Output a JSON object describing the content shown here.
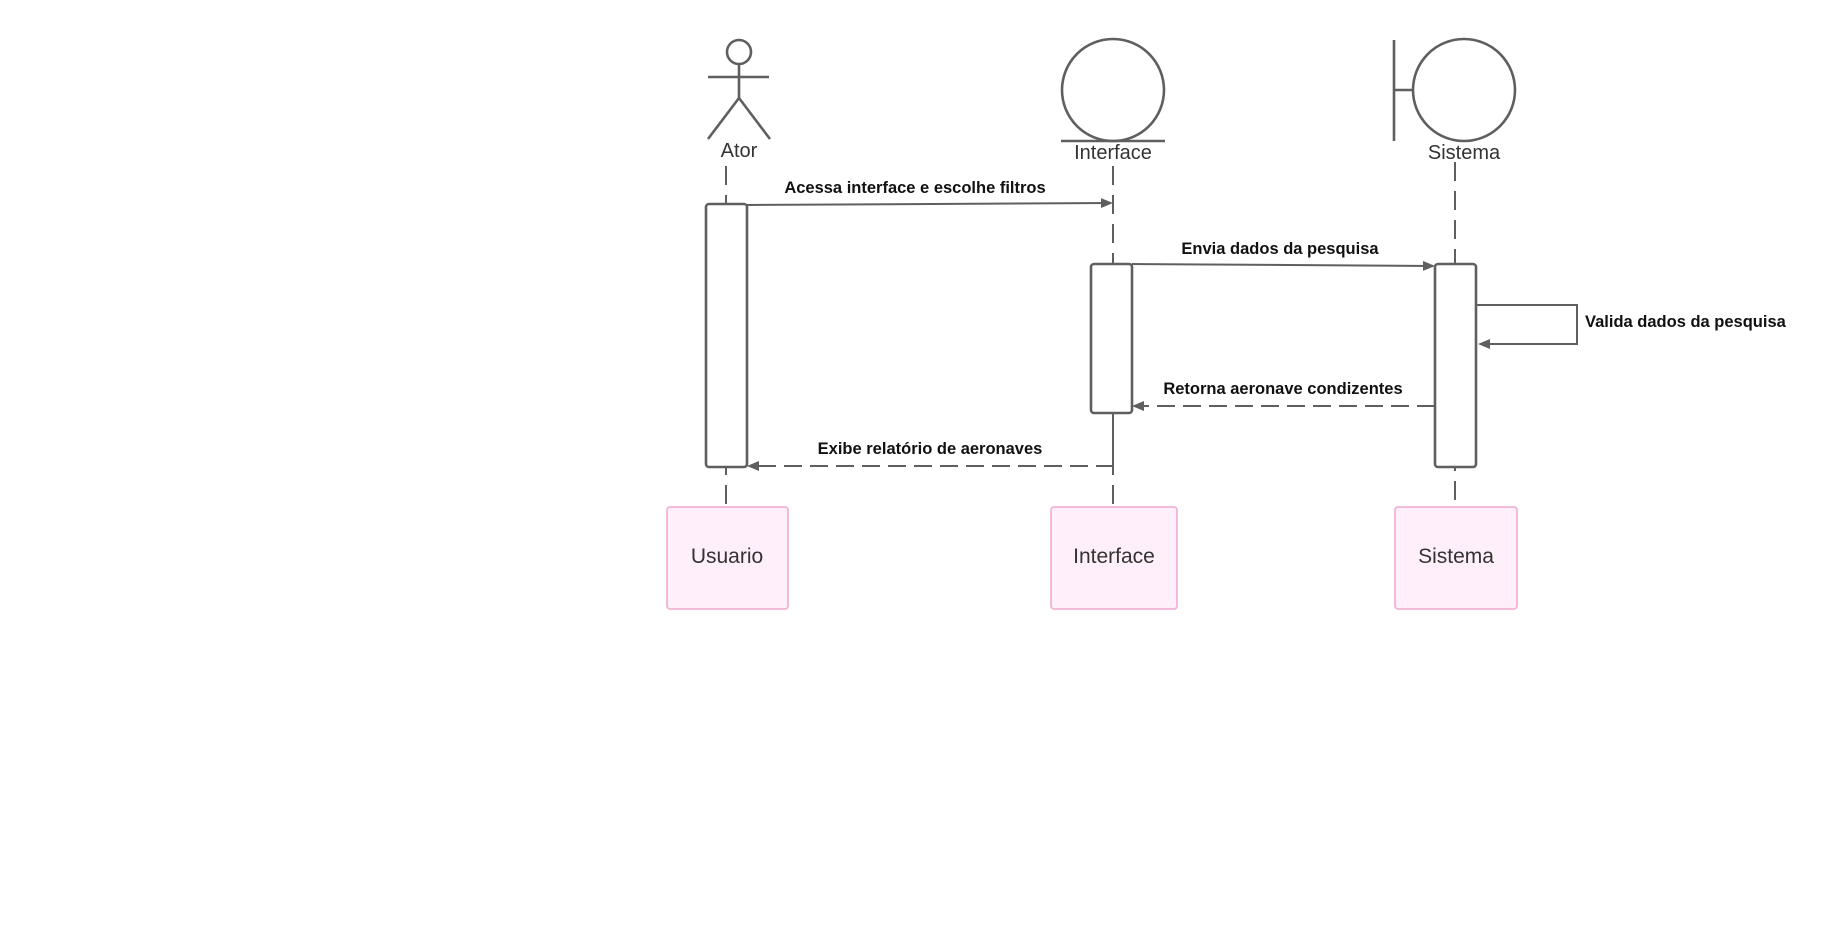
{
  "diagram": {
    "participants": {
      "actor": {
        "label": "Ator",
        "shape": "actor-icon"
      },
      "interface": {
        "label": "Interface",
        "shape": "entity-icon"
      },
      "system": {
        "label": "Sistema",
        "shape": "boundary-icon"
      }
    },
    "messages": [
      {
        "label": "Acessa interface e escolhe filtros",
        "from": "Ator",
        "to": "Interface",
        "style": "solid"
      },
      {
        "label": "Envia dados da pesquisa",
        "from": "Interface",
        "to": "Sistema",
        "style": "solid"
      },
      {
        "label": "Valida dados da pesquisa",
        "from": "Sistema",
        "to": "Sistema",
        "style": "solid"
      },
      {
        "label": "Retorna aeronave condizentes",
        "from": "Sistema",
        "to": "Interface",
        "style": "dashed"
      },
      {
        "label": "Exibe relatório de aeronaves",
        "from": "Interface",
        "to": "Ator",
        "style": "dashed"
      }
    ],
    "footer_boxes": [
      {
        "label": "Usuario"
      },
      {
        "label": "Interface"
      },
      {
        "label": "Sistema"
      }
    ],
    "colors": {
      "line": "#5f5f5f",
      "footer_fill": "#ffeffa",
      "footer_border": "#f2b3d6"
    }
  }
}
